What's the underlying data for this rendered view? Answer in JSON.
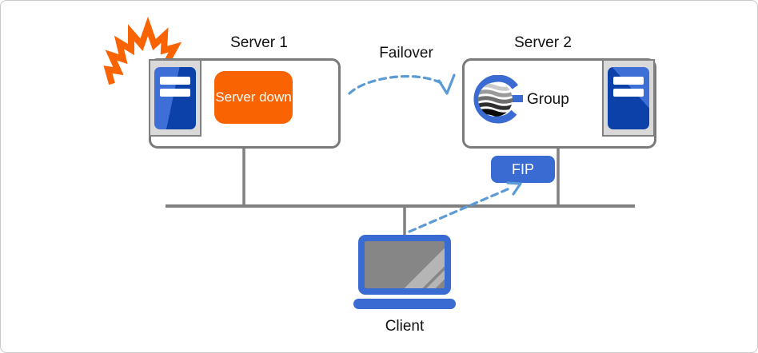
{
  "diagram": {
    "server1_title": "Server 1",
    "server2_title": "Server 2",
    "failover_label": "Failover",
    "server_down_label": "Server down",
    "group_label": "Group",
    "fip_label": "FIP",
    "client_label": "Client"
  },
  "colors": {
    "alert_orange": "#f96302",
    "primary_blue": "#3a6bd3",
    "server_dark_blue": "#0b41a8",
    "server_light_blue": "#3e6fd6",
    "arrow_blue": "#5b9bd5",
    "line_gray": "#808080",
    "panel_gray": "#d9d9d9"
  },
  "icons": {
    "crash": "crash-burst-icon",
    "server": "server-tower-icon",
    "group_logo": "cluster-group-logo-icon",
    "client": "laptop-icon",
    "failover_arrow": "curved-dashed-arrow-icon",
    "client_access_arrow": "dashed-arrow-icon"
  }
}
